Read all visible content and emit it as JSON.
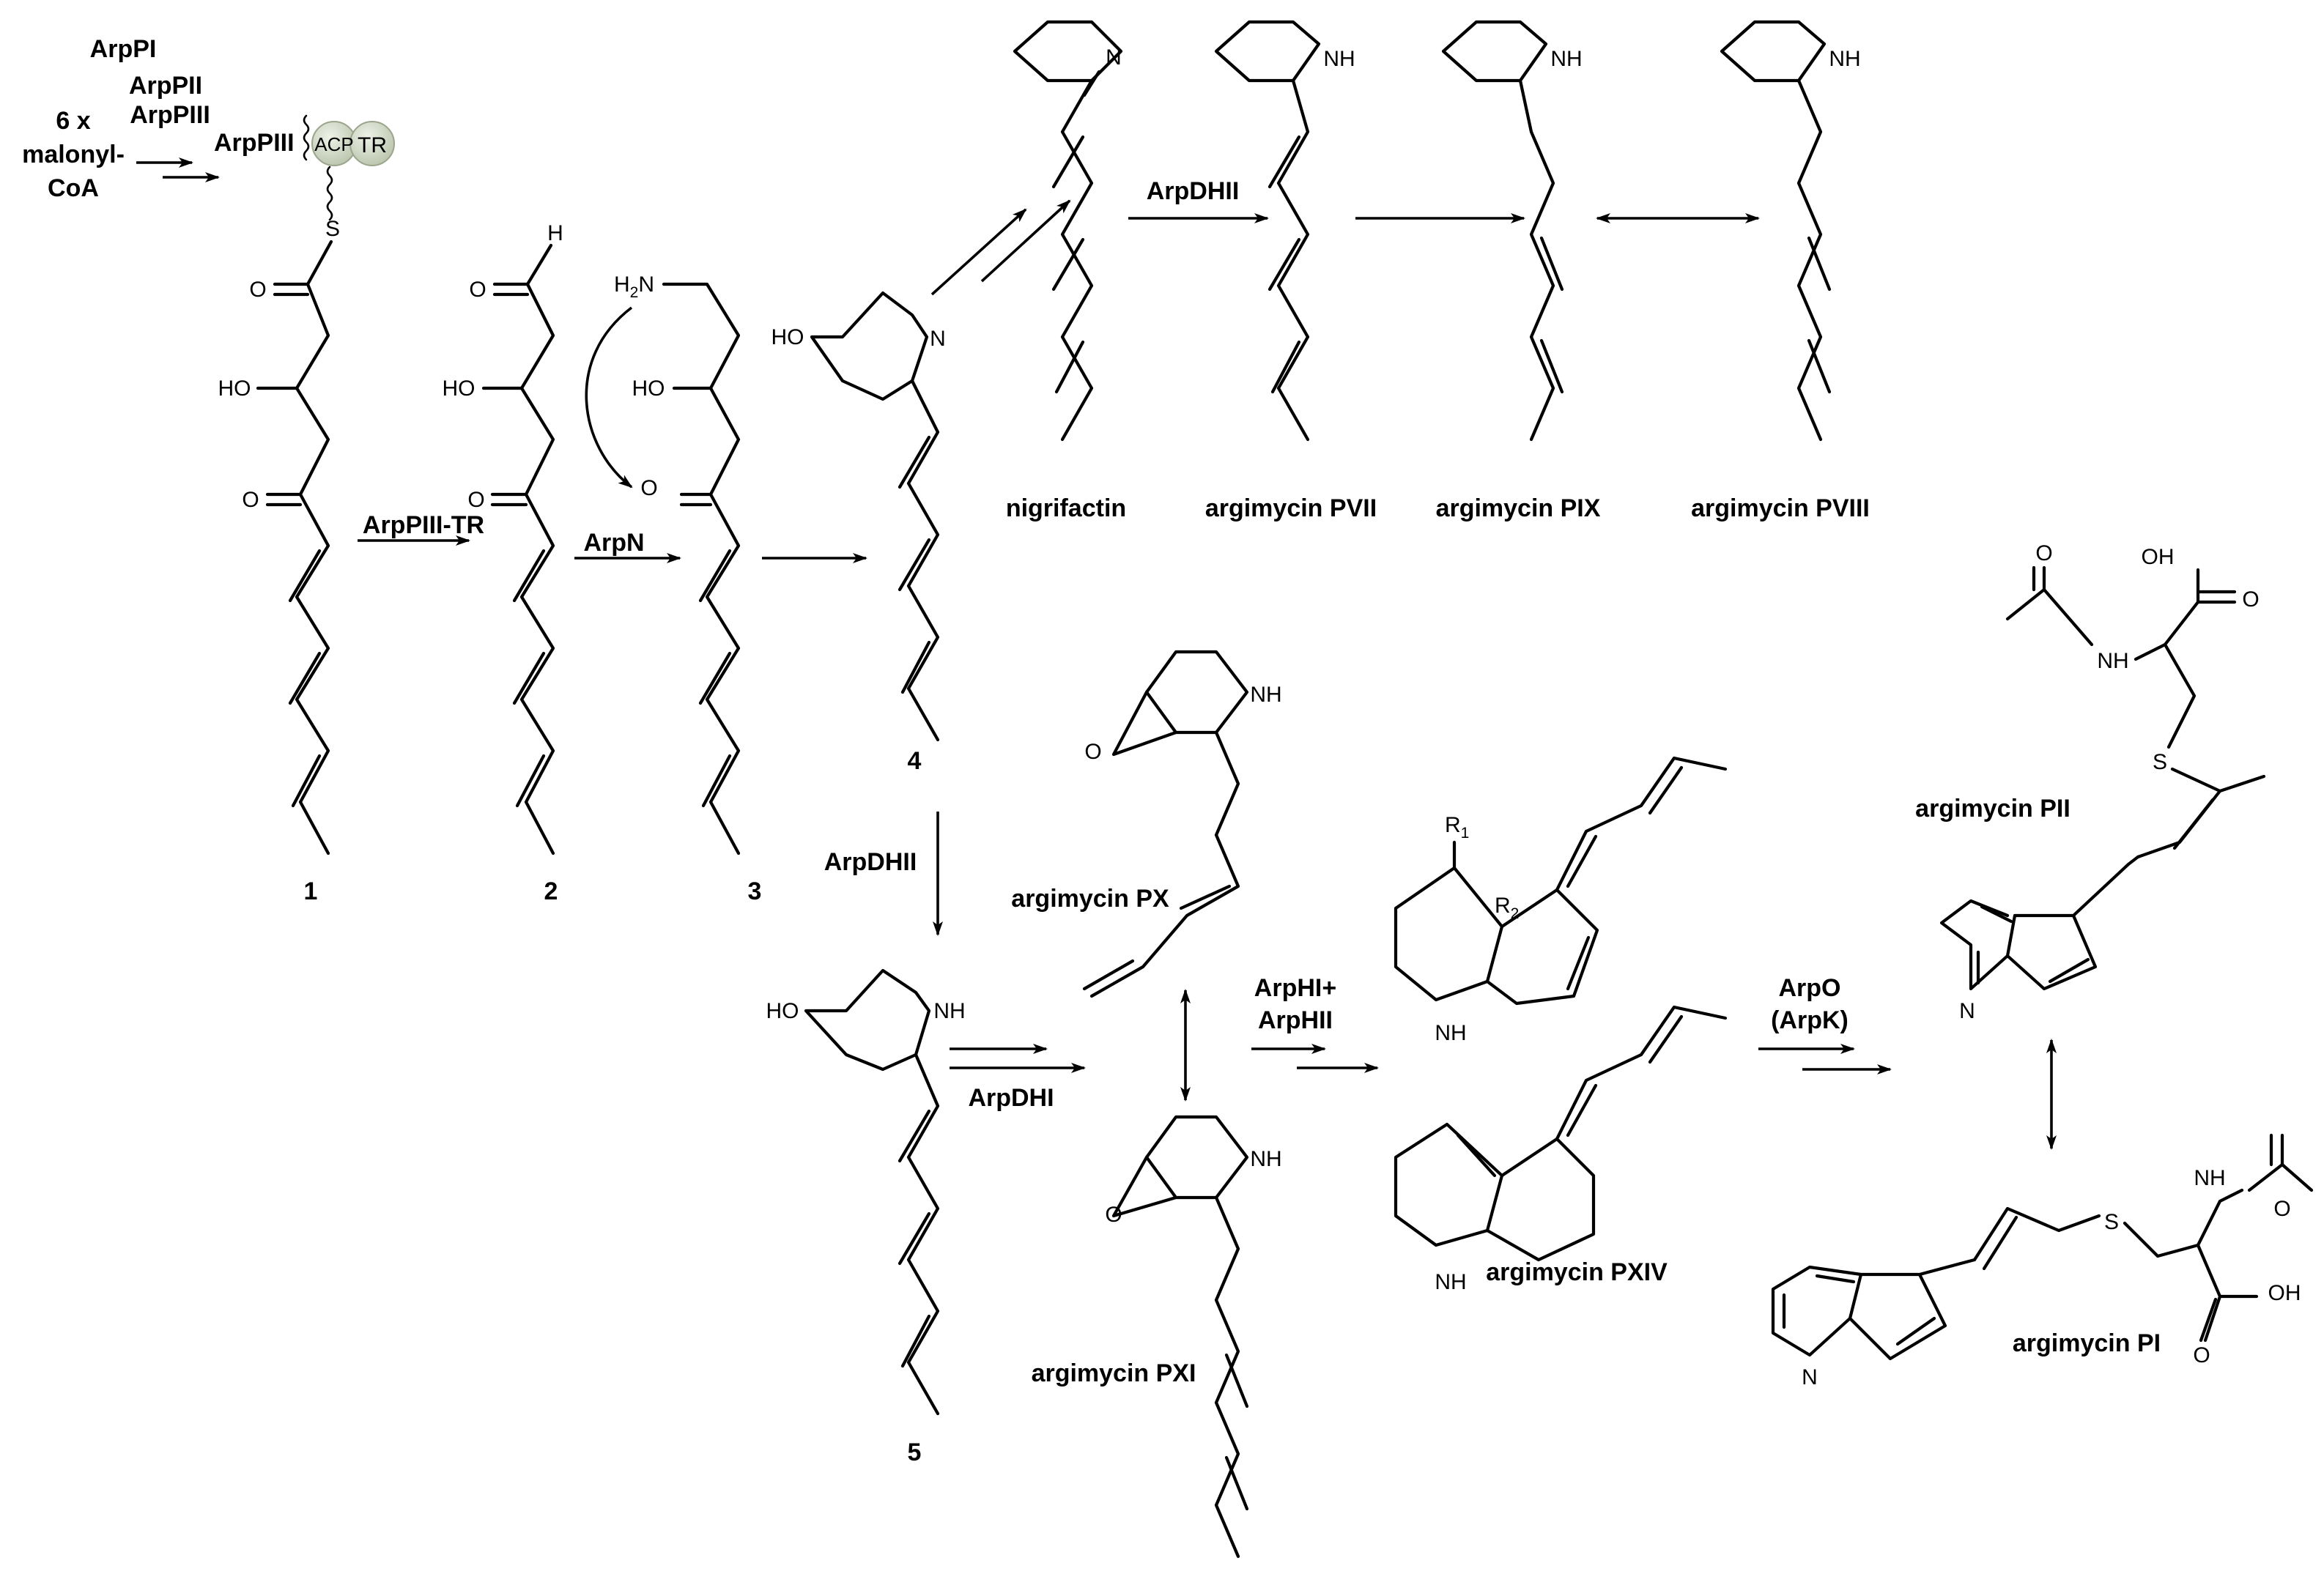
{
  "enzymes": {
    "pks_list": [
      "ArpPI",
      "ArpPII",
      "ArpPIII"
    ],
    "pks_carrier": "ArpPIII",
    "tr_step": "ArpPIII-TR",
    "transaminase": "ArpN",
    "dehydrogenase_ii": "ArpDHII",
    "dehydrogenase_ii_b": "ArpDHII",
    "dehydrogenase_i": "ArpDHI",
    "hydrolase": "ArpHI+",
    "hydrolase_2": "ArpHII",
    "final_enzyme": "ArpO",
    "final_enzyme_2": "(ArpK)"
  },
  "substrate": {
    "line1": "6 x",
    "line2": "malonyl-",
    "line3": "CoA"
  },
  "domains": {
    "acp": "ACP",
    "tr": "TR"
  },
  "compounds": {
    "c1": "1",
    "c2": "2",
    "c3": "3",
    "c4": "4",
    "c5": "5",
    "nigrifactin": "nigrifactin",
    "pvii": "argimycin PVII",
    "pix": "argimycin PIX",
    "pviii": "argimycin PVIII",
    "px": "argimycin PX",
    "pxi": "argimycin PXI",
    "pxiv": "argimycin PXIV",
    "pii": "argimycin PII",
    "pi": "argimycin PI"
  },
  "atoms": {
    "O": "O",
    "H": "H",
    "S": "S",
    "N": "N",
    "NH": "NH",
    "HO": "HO",
    "H2N_main": "H",
    "H2N_sub": "2",
    "H2N_tail": "N",
    "R1_main": "R",
    "R1_sub": "1",
    "R2_main": "R",
    "R2_sub": "2",
    "OH": "OH"
  },
  "colors": {
    "domain_fill": "#cfd8c4",
    "domain_stroke": "#9aa58c"
  }
}
